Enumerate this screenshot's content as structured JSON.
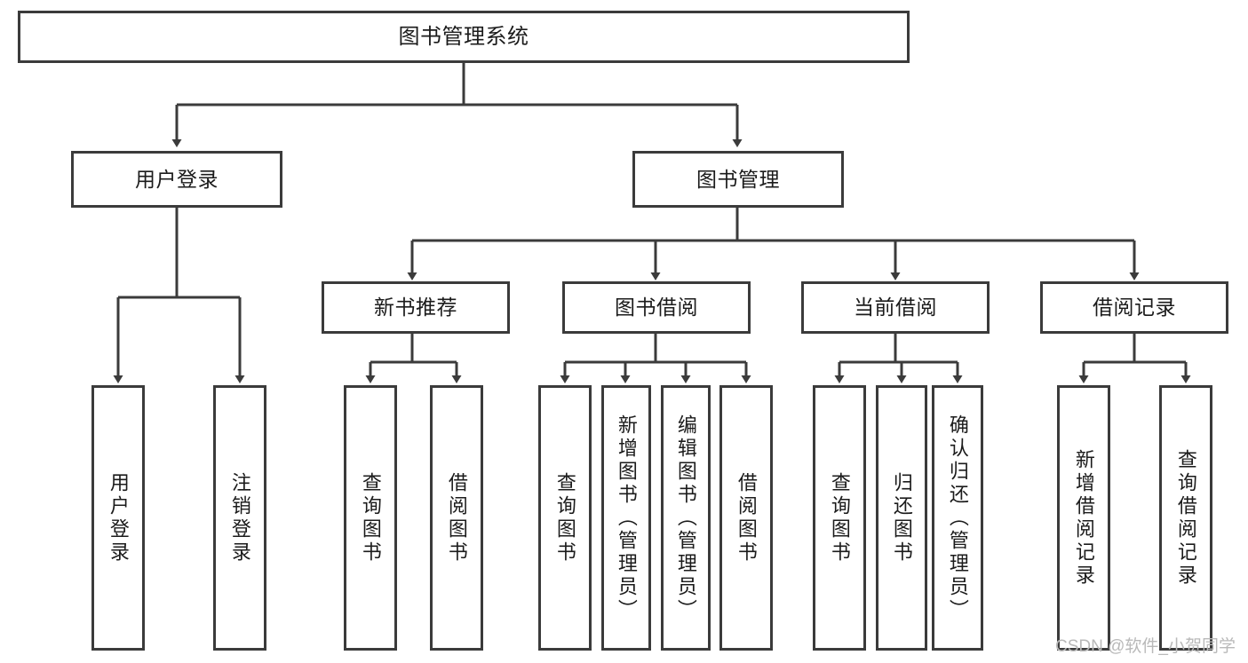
{
  "diagram": {
    "title": "图书管理系统",
    "watermark": "CSDN @软件_小贺同学",
    "stroke_color": "#3b3b3b",
    "text_color": "#1b1b1b",
    "background": "#ffffff"
  },
  "nodes": {
    "root": {
      "label": "图书管理系统"
    },
    "level1": [
      {
        "label": "用户登录"
      },
      {
        "label": "图书管理"
      }
    ],
    "level2": [
      {
        "label": "新书推荐"
      },
      {
        "label": "图书借阅"
      },
      {
        "label": "当前借阅"
      },
      {
        "label": "借阅记录"
      }
    ],
    "leaves": {
      "user_login": [
        {
          "label": "用户登录"
        },
        {
          "label": "注销登录"
        }
      ],
      "new_book": [
        {
          "label": "查询图书"
        },
        {
          "label": "借阅图书"
        }
      ],
      "borrow_book": [
        {
          "label": "查询图书"
        },
        {
          "label": "新增图书（管理员）"
        },
        {
          "label": "编辑图书（管理员）"
        },
        {
          "label": "借阅图书"
        }
      ],
      "current_borrow": [
        {
          "label": "查询图书"
        },
        {
          "label": "归还图书"
        },
        {
          "label": "确认归还（管理员）"
        }
      ],
      "borrow_record": [
        {
          "label": "新增借阅记录"
        },
        {
          "label": "查询借阅记录"
        }
      ]
    }
  }
}
